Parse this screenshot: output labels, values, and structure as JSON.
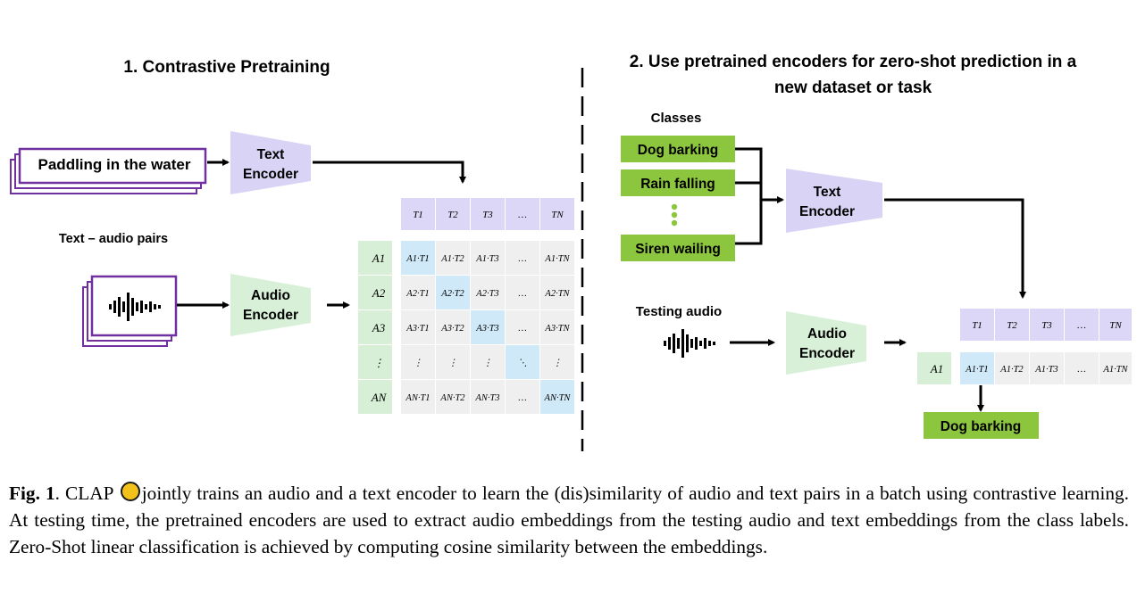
{
  "left": {
    "title": "1. Contrastive Pretraining",
    "text_input": "Paddling in the water",
    "pairs_label": "Text – audio pairs",
    "text_encoder": [
      "Text",
      "Encoder"
    ],
    "audio_encoder": [
      "Audio",
      "Encoder"
    ],
    "audio_icon": "waveform-icon",
    "matrix": {
      "col_headers": [
        "T1",
        "T2",
        "T3",
        "…",
        "TN"
      ],
      "row_headers": [
        "A1",
        "A2",
        "A3",
        "⋮",
        "AN"
      ],
      "cells": [
        [
          "A1·T1",
          "A1·T2",
          "A1·T3",
          "…",
          "A1·TN"
        ],
        [
          "A2·T1",
          "A2·T2",
          "A2·T3",
          "…",
          "A2·TN"
        ],
        [
          "A3·T1",
          "A3·T2",
          "A3·T3",
          "…",
          "A3·TN"
        ],
        [
          "⋮",
          "⋮",
          "⋮",
          "⋱",
          "⋮"
        ],
        [
          "AN·T1",
          "AN·T2",
          "AN·T3",
          "…",
          "AN·TN"
        ]
      ]
    }
  },
  "right": {
    "title_line1": "2. Use pretrained encoders for zero-shot prediction in a",
    "title_line2": "new dataset or task",
    "classes_label": "Classes",
    "classes": [
      "Dog barking",
      "Rain falling",
      "Siren wailing"
    ],
    "text_encoder": [
      "Text",
      "Encoder"
    ],
    "testing_label": "Testing audio",
    "audio_encoder": [
      "Audio",
      "Encoder"
    ],
    "matrix": {
      "col_headers": [
        "T1",
        "T2",
        "T3",
        "…",
        "TN"
      ],
      "row_header": "A1",
      "cells": [
        "A1·T1",
        "A1·T2",
        "A1·T3",
        "…",
        "A1·TN"
      ]
    },
    "prediction": "Dog barking"
  },
  "caption": {
    "label": "Fig. 1",
    "icon": "clap-logo-icon",
    "text_before": ". CLAP ",
    "text_after": "jointly trains an audio and a text encoder to learn the (dis)similarity of audio and text pairs in a batch using contrastive learning. At testing time, the pretrained encoders are used to extract audio embeddings from the testing audio and text embeddings from the class labels. Zero-Shot linear classification is achieved by computing cosine similarity between the embeddings."
  },
  "colors": {
    "encoder_text": "#d9d4f5",
    "encoder_audio": "#d8f0d8",
    "header_purple": "#dcd7f7",
    "header_green": "#d6efd6",
    "cell_grey": "#efefef",
    "cell_blue": "#cfe9f8",
    "class_green": "#8cc63f",
    "stack_purple": "#7030a0"
  }
}
